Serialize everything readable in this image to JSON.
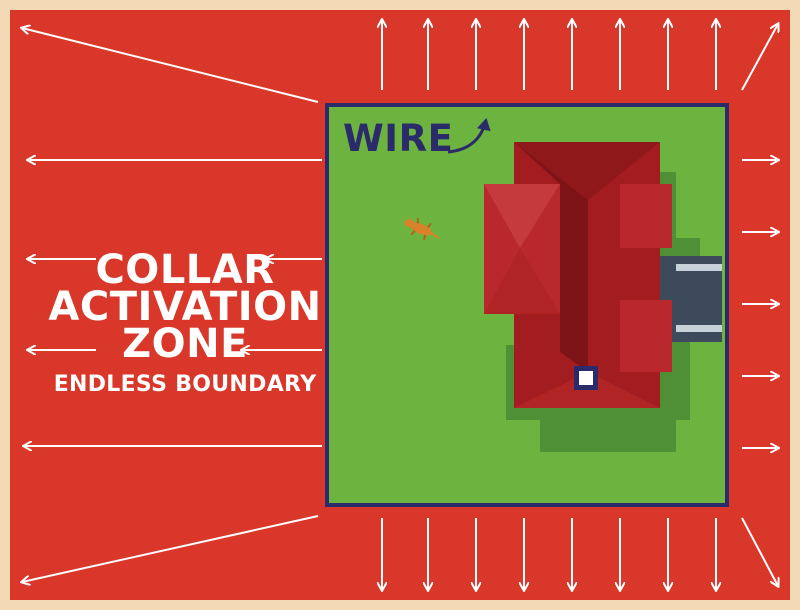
{
  "labels": {
    "zone_line1": "COLLAR",
    "zone_line2": "ACTIVATION",
    "zone_line3": "ZONE",
    "zone_subtitle": "ENDLESS BOUNDARY",
    "wire": "WIRE"
  },
  "colors": {
    "border": "#f3d9b5",
    "activation_zone": "#d9372a",
    "lawn": "#6db33f",
    "lawn_shadow": "#4f8f36",
    "wire": "#2b2a6b",
    "roof_dark": "#7d1417",
    "roof_mid": "#a31c20",
    "roof_light": "#b8282c",
    "driveway": "#3d4a5c",
    "arrow": "#ffffff",
    "dog": "#d9822b"
  },
  "icons": {
    "house": "house-roof-icon",
    "dog": "dog-icon",
    "wire_pointer": "curved-arrow-icon",
    "boundary_arrows": "arrow-icon"
  }
}
